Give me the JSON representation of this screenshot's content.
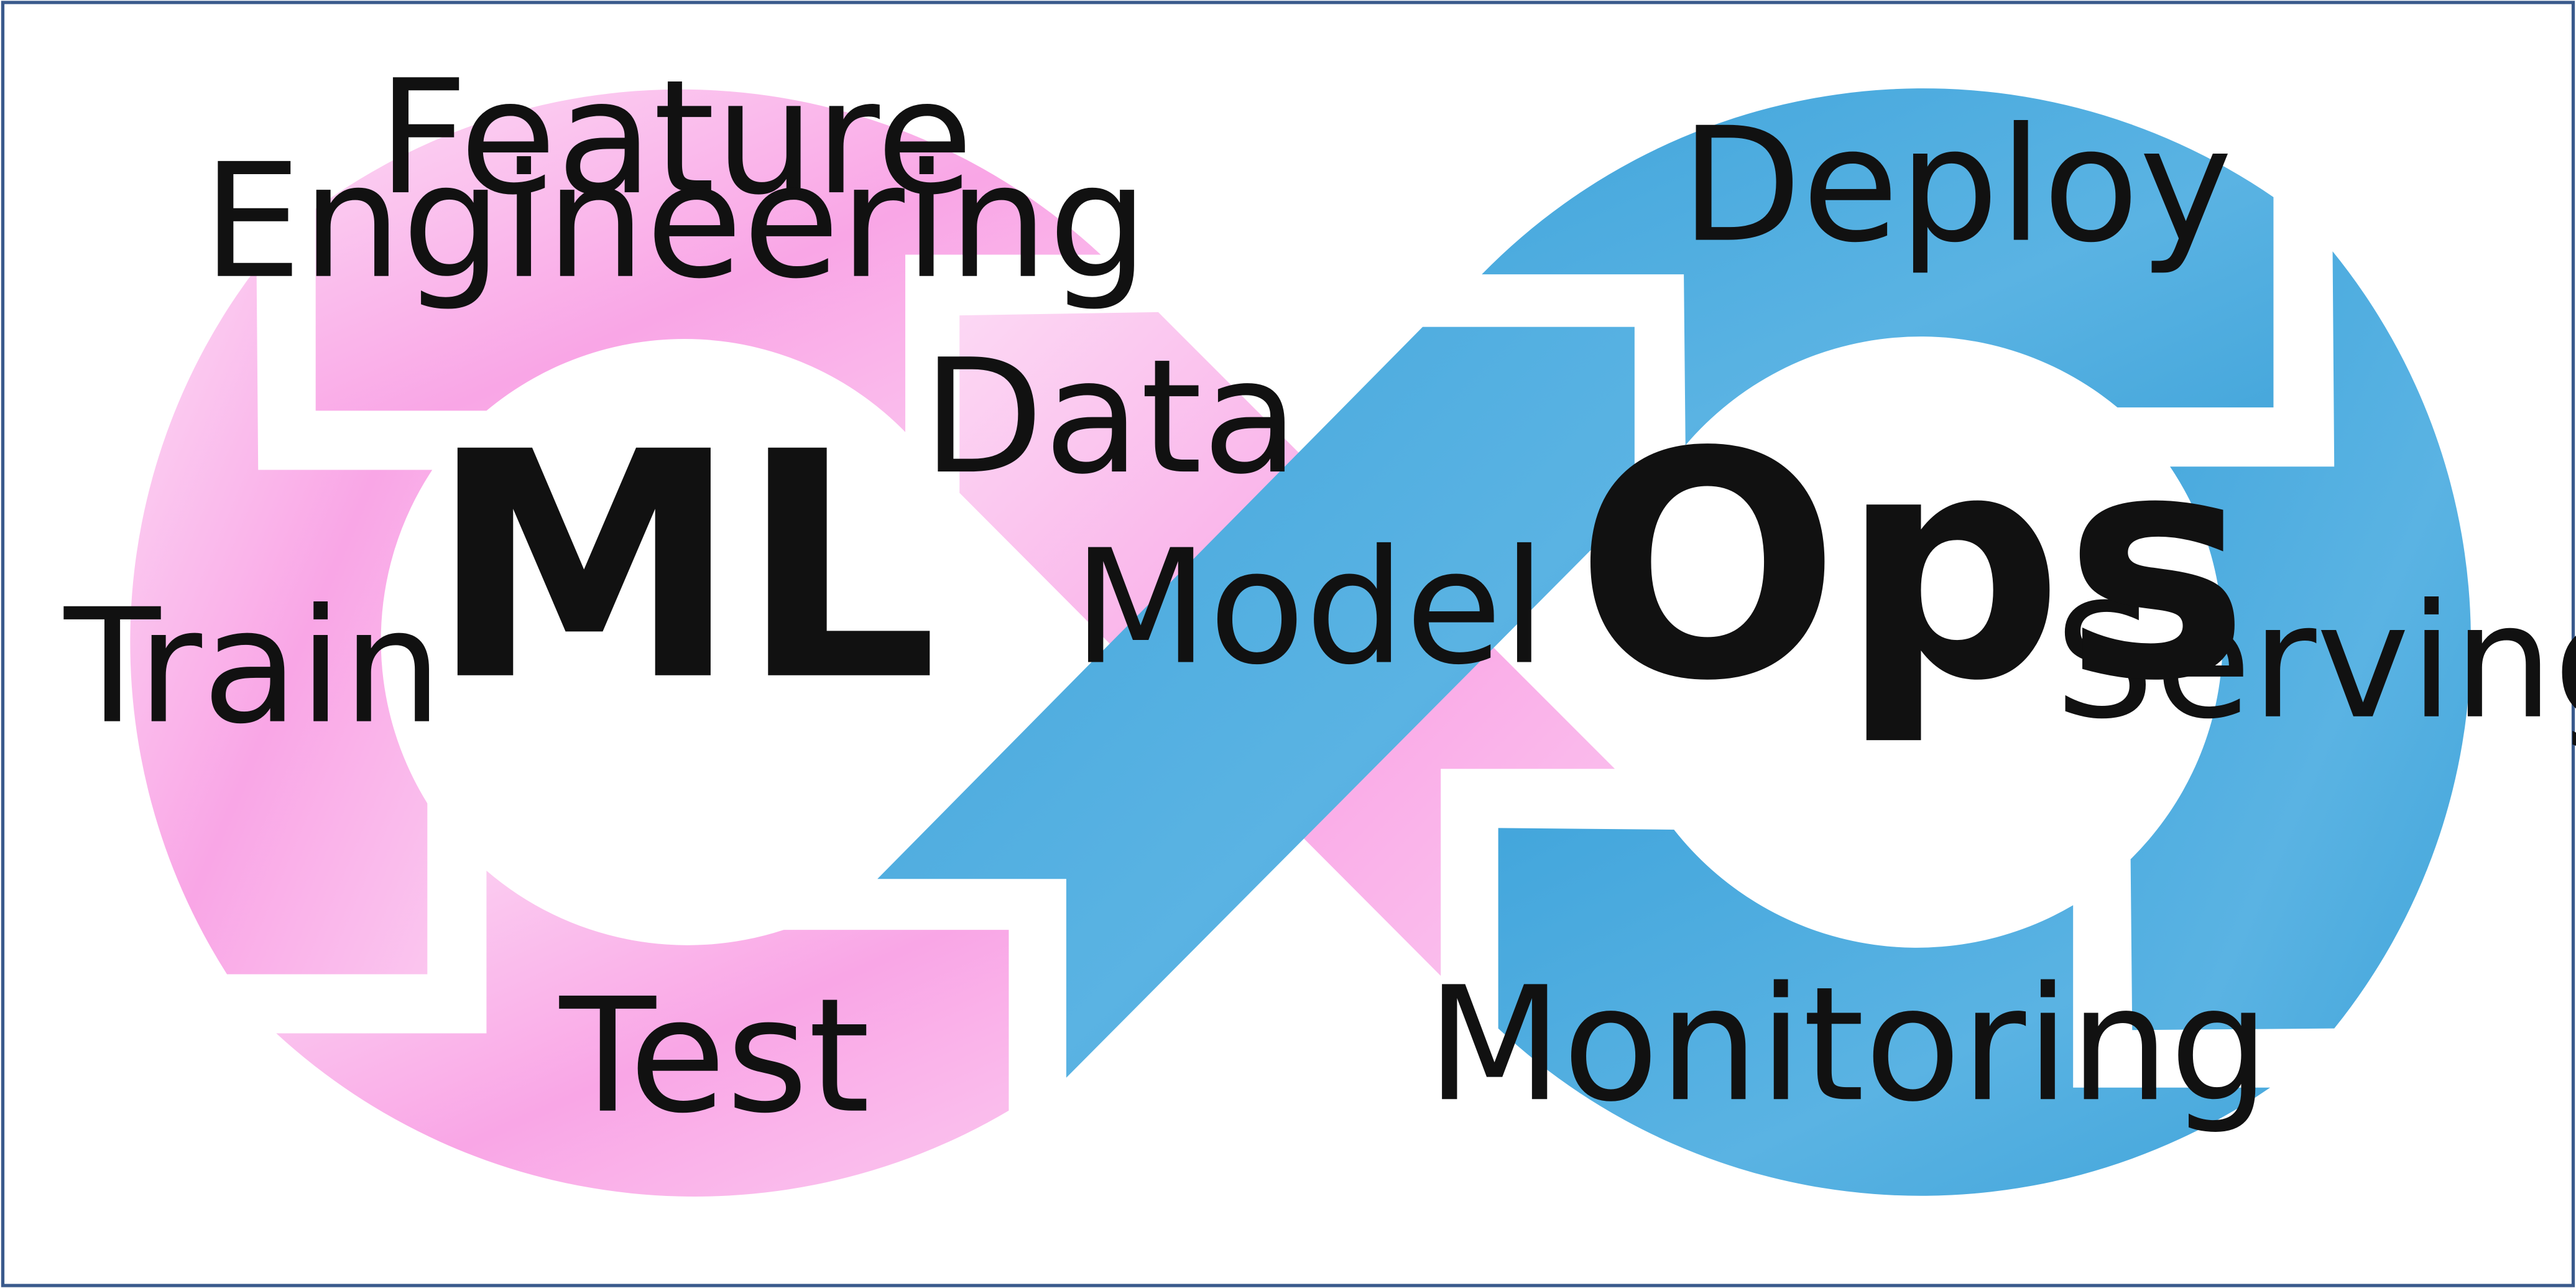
{
  "diagram": {
    "colors": {
      "border": "#3a5a8c",
      "ml_pink_light": "#fbcdf1",
      "ml_pink": "#f9a8e8",
      "ops_blue": "#45a8dc",
      "ops_blue_light": "#5db4e2",
      "text": "#111111"
    },
    "ml_loop": {
      "hub_label": "ML",
      "steps": [
        {
          "id": "feature-engineering",
          "lines": [
            "Feature",
            "Engineering"
          ]
        },
        {
          "id": "data",
          "lines": [
            "Data"
          ]
        },
        {
          "id": "train",
          "lines": [
            "Train"
          ]
        },
        {
          "id": "test",
          "lines": [
            "Test"
          ]
        }
      ]
    },
    "ops_loop": {
      "hub_label": "Ops",
      "steps": [
        {
          "id": "deploy",
          "lines": [
            "Deploy"
          ]
        },
        {
          "id": "model",
          "lines": [
            "Model"
          ]
        },
        {
          "id": "serving",
          "lines": [
            "Serving"
          ]
        },
        {
          "id": "monitoring",
          "lines": [
            "Monitoring"
          ]
        }
      ]
    }
  }
}
